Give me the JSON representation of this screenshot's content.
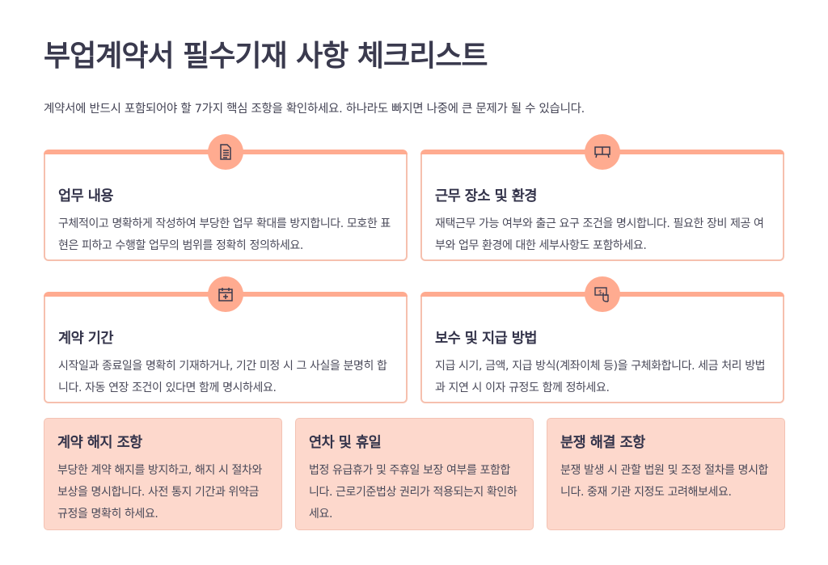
{
  "title": "부업계약서 필수기재 사항 체크리스트",
  "subtitle": "계약서에 반드시 포함되어야 할 7가지 핵심 조항을 확인하세요. 하나라도 빠지면 나중에 큰 문제가 될 수 있습니다.",
  "cards": [
    {
      "icon": "document-icon",
      "title": "업무 내용",
      "text": "구체적이고 명확하게 작성하여 부당한 업무 확대를 방지합니다. 모호한 표현은 피하고 수행할 업무의 범위를 정확히 정의하세요."
    },
    {
      "icon": "couch-icon",
      "title": "근무 장소 및 환경",
      "text": "재택근무 가능 여부와 출근 요구 조건을 명시합니다. 필요한 장비 제공 여부와 업무 환경에 대한 세부사항도 포함하세요."
    },
    {
      "icon": "calendar-icon",
      "title": "계약 기간",
      "text": "시작일과 종료일을 명확히 기재하거나, 기간 미정 시 그 사실을 분명히 합니다. 자동 연장 조건이 있다면 함께 명시하세요."
    },
    {
      "icon": "payment-icon",
      "title": "보수 및 지급 방법",
      "text": "지급 시기, 금액, 지급 방식(계좌이체 등)을 구체화합니다. 세금 처리 방법과 지연 시 이자 규정도 함께 정하세요."
    }
  ],
  "bottom_cards": [
    {
      "title": "계약 해지 조항",
      "text": "부당한 계약 해지를 방지하고, 해지 시 절차와 보상을 명시합니다. 사전 통지 기간과 위약금 규정을 명확히 하세요."
    },
    {
      "title": "연차 및 휴일",
      "text": "법정 유급휴가 및 주휴일 보장 여부를 포함합니다. 근로기준법상 권리가 적용되는지 확인하세요."
    },
    {
      "title": "분쟁 해결 조항",
      "text": "분쟁 발생 시 관할 법원 및 조정 절차를 명시합니다. 중재 기관 지정도 고려해보세요."
    }
  ],
  "colors": {
    "accent": "#ffab90",
    "bottom_bg": "#fdd8cc"
  }
}
